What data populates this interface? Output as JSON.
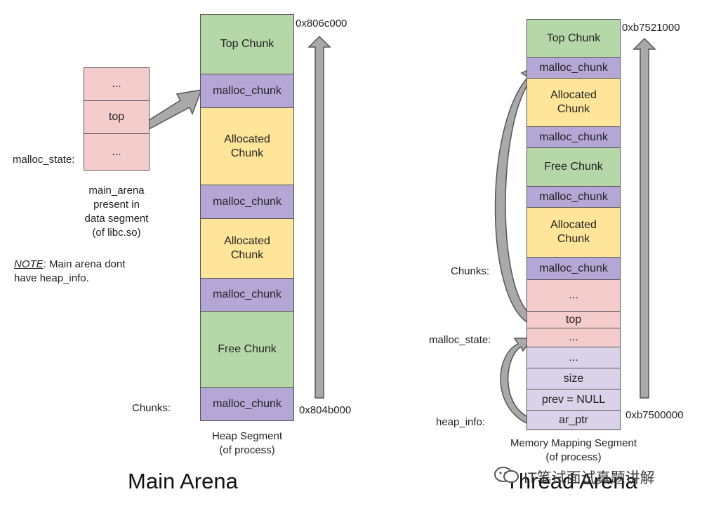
{
  "main_arena": {
    "title": "Main Arena",
    "heap_chunks": [
      {
        "label": "Top Chunk",
        "kind": "top"
      },
      {
        "label": "malloc_chunk",
        "kind": "header"
      },
      {
        "label": "Allocated\nChunk",
        "kind": "allocated"
      },
      {
        "label": "malloc_chunk",
        "kind": "header"
      },
      {
        "label": "Allocated\nChunk",
        "kind": "allocated"
      },
      {
        "label": "malloc_chunk",
        "kind": "header"
      },
      {
        "label": "Free Chunk",
        "kind": "free"
      },
      {
        "label": "malloc_chunk",
        "kind": "header"
      }
    ],
    "addr_top": "0x806c000",
    "addr_bottom": "0x804b000",
    "segment_label": "Heap Segment\n(of process)",
    "chunks_label": "Chunks:",
    "state_fields": [
      "...",
      "top",
      "..."
    ],
    "state_label": "malloc_state:",
    "state_caption": "main_arena\npresent in\ndata segment\n(of libc.so)",
    "note_word": "NOTE",
    "note_rest": ": Main arena dont\nhave heap_info."
  },
  "thread_arena": {
    "title": "Thread Arena",
    "chunks": [
      {
        "label": "Top Chunk",
        "kind": "top"
      },
      {
        "label": "malloc_chunk",
        "kind": "header"
      },
      {
        "label": "Allocated\nChunk",
        "kind": "allocated"
      },
      {
        "label": "malloc_chunk",
        "kind": "header"
      },
      {
        "label": "Free Chunk",
        "kind": "free"
      },
      {
        "label": "malloc_chunk",
        "kind": "header"
      },
      {
        "label": "Allocated\nChunk",
        "kind": "allocated"
      },
      {
        "label": "malloc_chunk",
        "kind": "header"
      }
    ],
    "state_fields": [
      "...",
      "top",
      "..."
    ],
    "info_fields": [
      "...",
      "size",
      "prev = NULL",
      "ar_ptr"
    ],
    "addr_top": "0xb7521000",
    "addr_bottom": "0xb7500000",
    "segment_label": "Memory Mapping Segment\n(of process)",
    "chunks_label": "Chunks:",
    "state_label": "malloc_state:",
    "info_label": "heap_info:"
  },
  "watermark": "IT笔试面试真题讲解",
  "colors": {
    "top": "#b6d7a8",
    "free": "#b6d7a8",
    "header": "#b4a7d6",
    "allocated": "#ffe599",
    "state": "#f4cccc",
    "info": "#d9d2e9",
    "arrow": "#a9a9a9"
  }
}
